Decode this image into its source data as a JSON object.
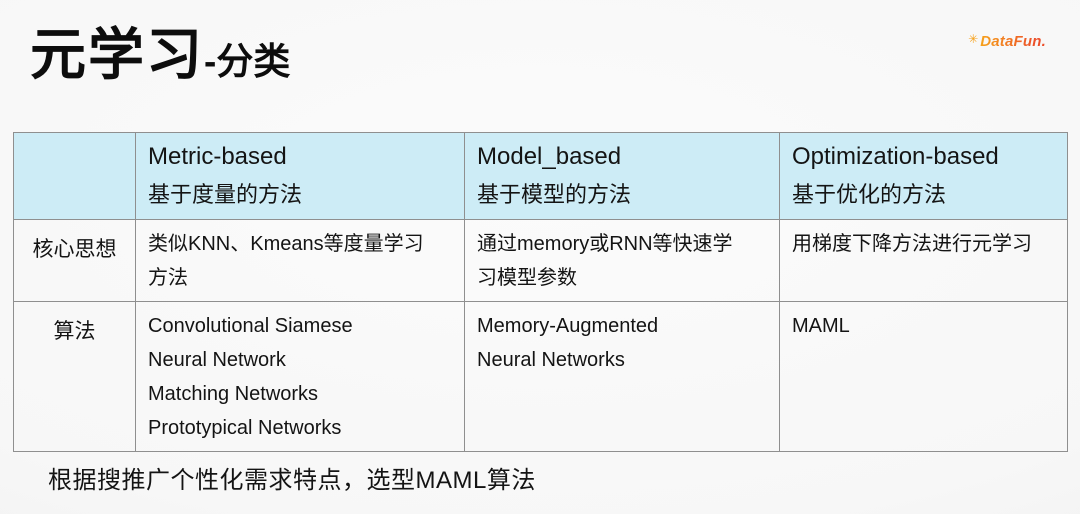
{
  "title": {
    "main": "元学习",
    "sub": "-分类"
  },
  "logo": {
    "text": "DataFun.",
    "icon": "sparkle-icon"
  },
  "table": {
    "header": [
      {
        "en": "",
        "zh": ""
      },
      {
        "en": "Metric-based",
        "zh": "基于度量的方法"
      },
      {
        "en": "Model_based",
        "zh": "基于模型的方法"
      },
      {
        "en": "Optimization-based",
        "zh": "基于优化的方法"
      }
    ],
    "rows": [
      {
        "label": "核心思想",
        "cells": [
          [
            "类似KNN、Kmeans等度量学习方法"
          ],
          [
            "通过memory或RNN等快速学习模型参数"
          ],
          [
            "用梯度下降方法进行元学习"
          ]
        ]
      },
      {
        "label": "算法",
        "cells": [
          [
            "Convolutional Siamese Neural Network",
            "Matching Networks",
            "Prototypical Networks"
          ],
          [
            "Memory-Augmented Neural Networks"
          ],
          [
            "MAML"
          ]
        ]
      }
    ]
  },
  "footer": {
    "note": "根据搜推广个性化需求特点，选型MAML算法"
  },
  "colors": {
    "table_header_bg": "#cdecf6",
    "table_border": "#8f8f8f",
    "logo_gradient_start": "#f6a21c",
    "logo_gradient_end": "#ec4f2a"
  }
}
